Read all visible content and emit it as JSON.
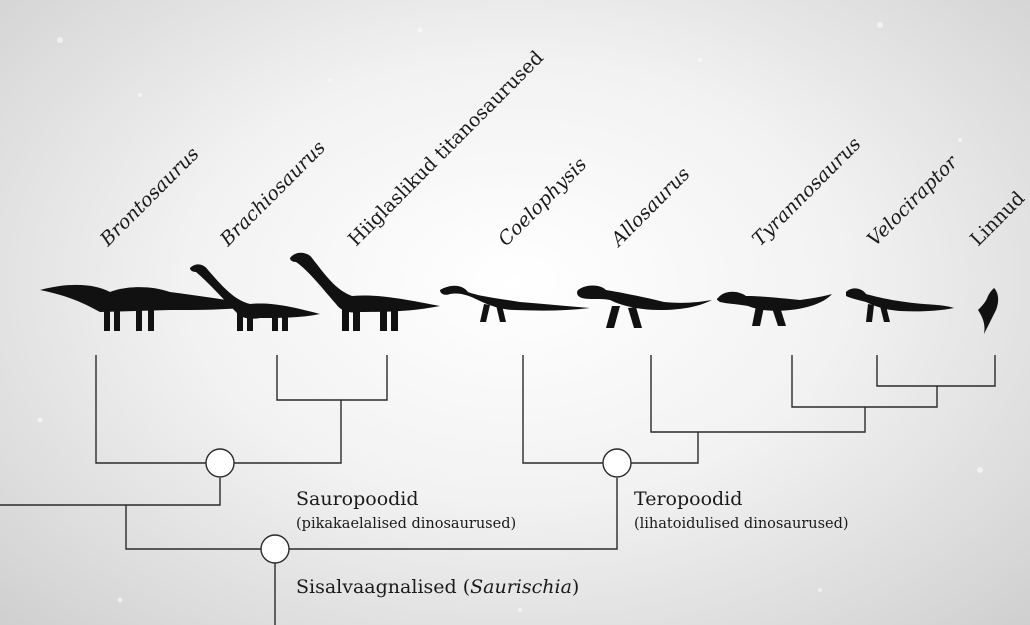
{
  "taxa": [
    {
      "id": "brontosaurus",
      "label": "Brontosaurus",
      "italic": true
    },
    {
      "id": "brachiosaurus",
      "label": "Brachiosaurus",
      "italic": true
    },
    {
      "id": "titanosaurs",
      "label": "Hiiglaslikud titanosaurused",
      "italic": false
    },
    {
      "id": "coelophysis",
      "label": "Coelophysis",
      "italic": true
    },
    {
      "id": "allosaurus",
      "label": "Allosaurus",
      "italic": true
    },
    {
      "id": "tyrannosaurus",
      "label": "Tyrannosaurus",
      "italic": true
    },
    {
      "id": "velociraptor",
      "label": "Velociraptor",
      "italic": true
    },
    {
      "id": "birds",
      "label": "Linnud",
      "italic": false
    }
  ],
  "clades": {
    "sauropods": {
      "name": "Sauropoodid",
      "subtitle": "(pikakaelalised dinosaurused)"
    },
    "theropods": {
      "name": "Teropoodid",
      "subtitle": "(lihatoidulised dinosaurused)"
    },
    "saurischia": {
      "name_prefix": "Sisalvaagnalised (",
      "name_italic": "Saurischia",
      "name_suffix": ")"
    }
  },
  "colors": {
    "lines": "#2a2a2a",
    "silhouettes": "#111111",
    "node_fill": "#ffffff"
  }
}
